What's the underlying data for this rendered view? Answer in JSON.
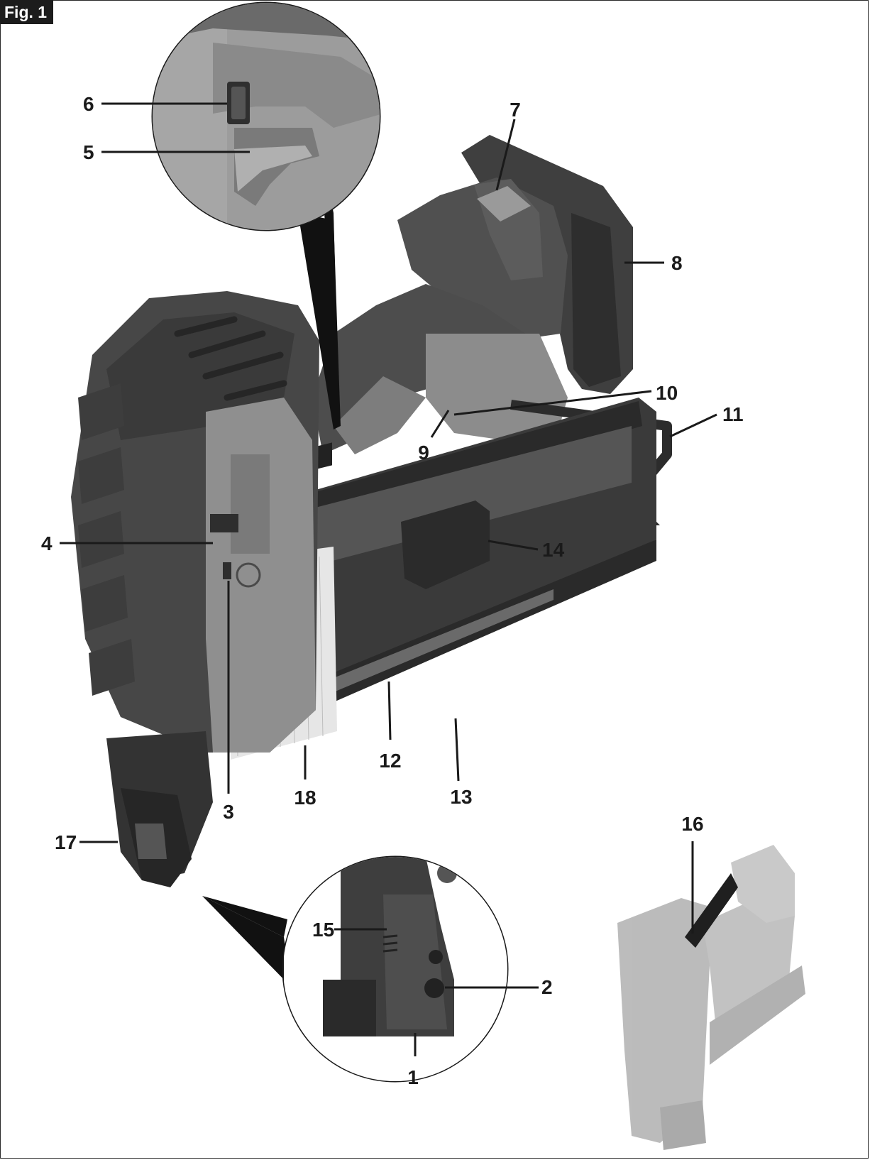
{
  "figure": {
    "tag": "Fig. 1",
    "callouts": [
      "1",
      "2",
      "3",
      "4",
      "5",
      "6",
      "7",
      "8",
      "9",
      "10",
      "11",
      "12",
      "13",
      "14",
      "15",
      "16",
      "17",
      "18"
    ]
  },
  "palette": {
    "housing_dark": "#4a4a4a",
    "housing_darker": "#2f2f2f",
    "housing_light": "#8e8e8e",
    "housing_mid": "#6b6b6b",
    "magazine": "#3a3a3a",
    "nail_strip": "#e8e8e8",
    "lens_bg": "#9a9a9a",
    "ink": "#1a1a1a"
  }
}
